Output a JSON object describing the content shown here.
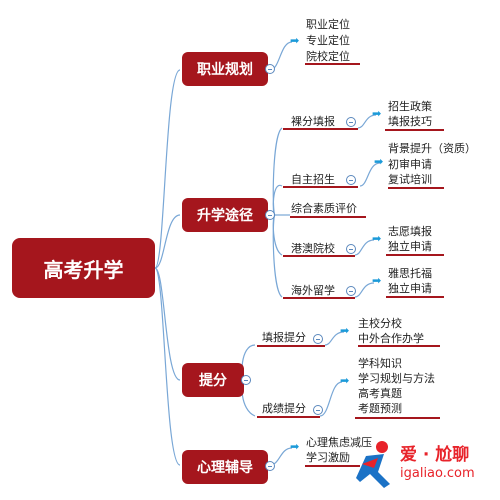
{
  "root": "高考升学",
  "branches": {
    "career": {
      "label": "职业规划",
      "leaves": [
        "职业定位",
        "专业定位",
        "院校定位"
      ]
    },
    "paths": {
      "label": "升学途径",
      "children": [
        {
          "label": "裸分填报",
          "leaves": [
            "招生政策",
            "填报技巧"
          ]
        },
        {
          "label": "自主招生",
          "leaves": [
            "背景提升（资质）",
            "初审申请",
            "复试培训"
          ]
        },
        {
          "label": "综合素质评价"
        },
        {
          "label": "港澳院校",
          "leaves": [
            "志愿填报",
            "独立申请"
          ]
        },
        {
          "label": "海外留学",
          "leaves": [
            "雅思托福",
            "独立申请"
          ]
        }
      ]
    },
    "score": {
      "label": "提分",
      "children": [
        {
          "label": "填报提分",
          "leaves": [
            "主校分校",
            "中外合作办学"
          ]
        },
        {
          "label": "成绩提分",
          "leaves": [
            "学科知识",
            "学习规划与方法",
            "高考真题",
            "考题预测"
          ]
        }
      ]
    },
    "psych": {
      "label": "心理辅导",
      "leaves": [
        "心理焦虑减压",
        "学习激励"
      ]
    }
  },
  "watermark": {
    "title": "爱 · 尬聊",
    "url": "igaliao.com"
  },
  "colors": {
    "node_fill": "#a5161d",
    "connector": "#79a7d6",
    "underline": "#a5161d",
    "arrow": "#1b9ad9"
  }
}
